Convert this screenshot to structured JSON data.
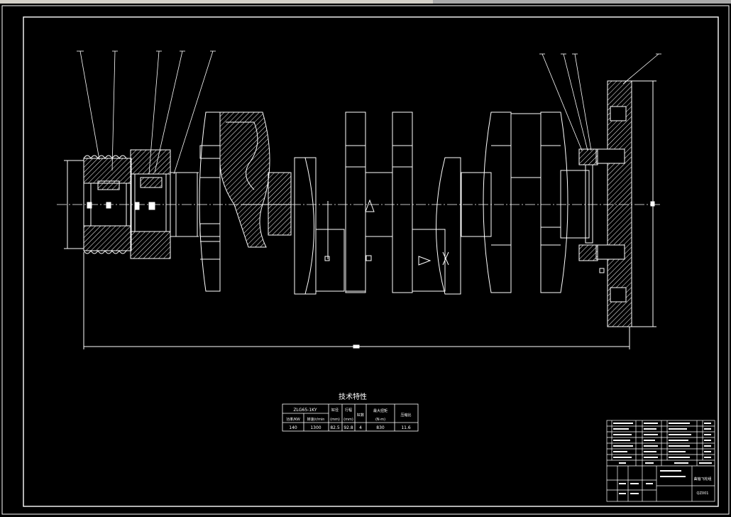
{
  "tech_table": {
    "title": "技术特性",
    "model": "ZLG65-1KY",
    "hdr_bore": "缸径",
    "hdr_bore_unit": "(mm)",
    "hdr_stroke": "行程",
    "hdr_stroke_unit": "(mm)",
    "hdr_cyl": "缸数",
    "hdr_torque": "最大扭矩",
    "hdr_torque_unit": "(N·m)",
    "hdr_ratio": "压缩比",
    "hdr_power": "功率/KW",
    "hdr_speed": "转速/r/min",
    "v_power": "140",
    "v_speed": "1300",
    "v_bore": "82.5",
    "v_stroke": "92.8",
    "v_cyl": "4",
    "v_torque": "830",
    "v_ratio": "11.6"
  },
  "title_block": {
    "drawing_name": "曲轴飞轮组",
    "drawing_no": "QZ001"
  },
  "colors": {
    "background": "#000000",
    "lines": "#ffffff",
    "frame": "#ffffff"
  }
}
